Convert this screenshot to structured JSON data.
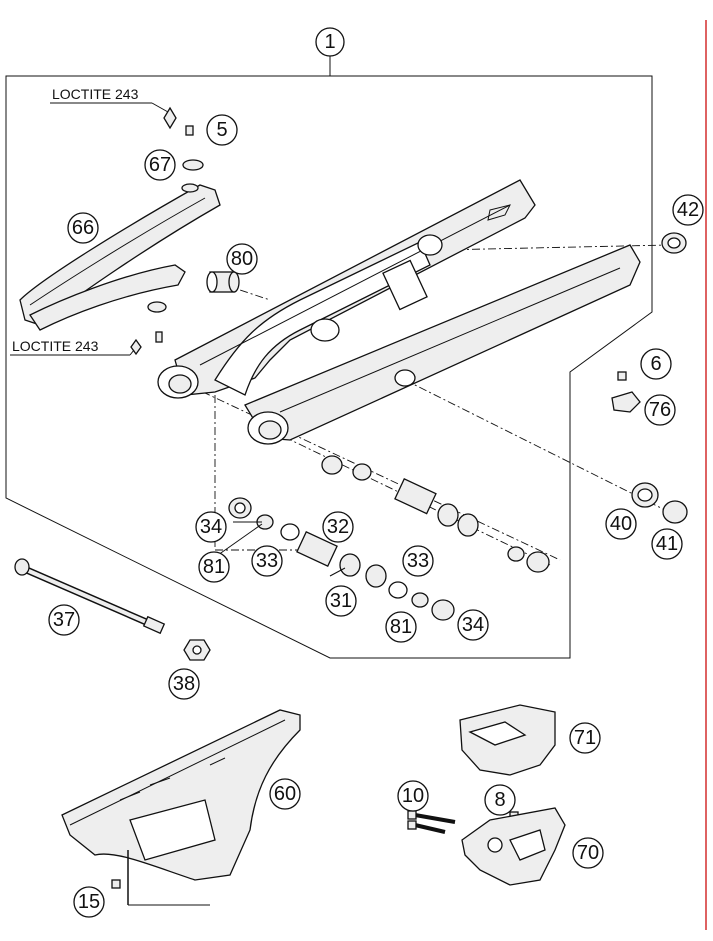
{
  "notes": {
    "loctite_top": "LOCTITE 243",
    "loctite_bottom": "LOCTITE 243"
  },
  "callouts": {
    "c1": "1",
    "c5": "5",
    "c67": "67",
    "c66": "66",
    "c80": "80",
    "c42": "42",
    "c6": "6",
    "c76": "76",
    "c34a": "34",
    "c81a": "81",
    "c33a": "33",
    "c32": "32",
    "c31": "31",
    "c33b": "33",
    "c81b": "81",
    "c34b": "34",
    "c40": "40",
    "c41": "41",
    "c37": "37",
    "c38": "38",
    "c60": "60",
    "c71": "71",
    "c10": "10",
    "c8": "8",
    "c70": "70",
    "c15": "15"
  },
  "colors": {
    "line": "#111111",
    "part_fill": "#eeeeee",
    "edge_marker": "#d32f2f"
  }
}
